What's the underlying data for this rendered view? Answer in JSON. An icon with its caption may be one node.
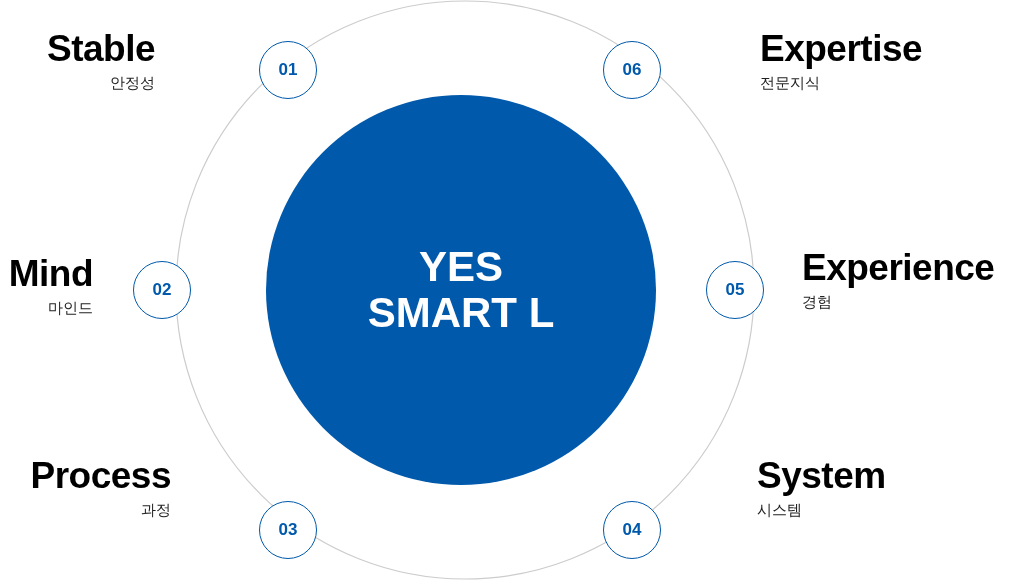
{
  "diagram": {
    "nodes": [
      {
        "text": [
          "YES SMART L"
        ]
      },
      {
        "text": [
          "01"
        ],
        "beside": [
          "Stable",
          "안정성"
        ]
      },
      {
        "text": [
          "02"
        ],
        "beside": [
          "Mind",
          "마인드"
        ]
      },
      {
        "text": [
          "03"
        ],
        "beside": [
          "Process",
          "과정"
        ]
      },
      {
        "text": [
          "04"
        ],
        "beside": [
          "System",
          "시스템"
        ]
      },
      {
        "text": [
          "05"
        ],
        "beside": [
          "Experience",
          "경험"
        ]
      },
      {
        "text": [
          "06"
        ],
        "beside": [
          "Expertise",
          "전문지식"
        ]
      }
    ]
  }
}
